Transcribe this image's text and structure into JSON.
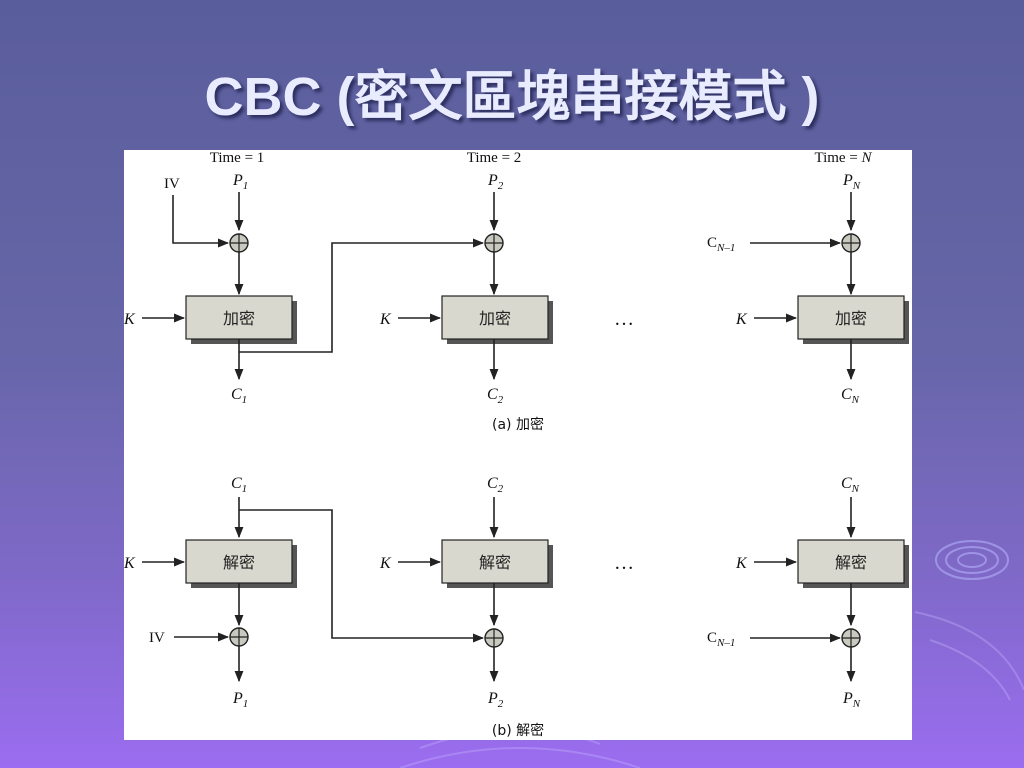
{
  "slide": {
    "title": "CBC (密文區塊串接模式 )"
  },
  "diagram": {
    "time_labels": [
      "Time = 1",
      "Time = 2",
      "Time = "
    ],
    "time_n": "N",
    "iv": "IV",
    "key": "K",
    "encrypt_label": "加密",
    "decrypt_label": "解密",
    "ellipsis": "…",
    "letters": {
      "P": "P",
      "C": "C"
    },
    "subs": {
      "one": "1",
      "two": "2",
      "n": "N",
      "n_minus_1": "N–1"
    },
    "caption_a": "(a) 加密",
    "caption_b": "(b) 解密"
  }
}
